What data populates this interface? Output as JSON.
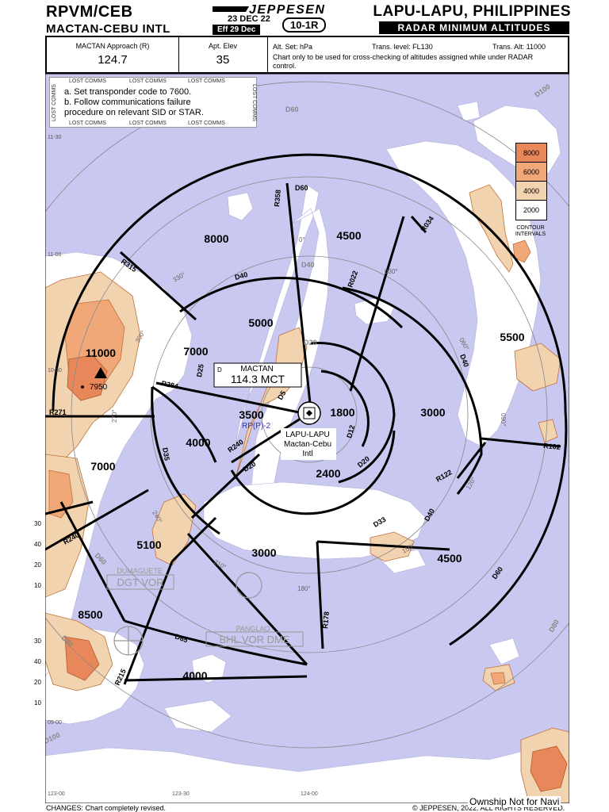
{
  "header": {
    "icao_iata": "RPVM/CEB",
    "airport_name": "MACTAN-CEBU INTL",
    "date": "23 DEC 22",
    "effective": "Eff 29 Dec",
    "brand": "JEPPESEN",
    "chart_index": "10-1R",
    "city": "LAPU-LAPU, PHILIPPINES",
    "chart_type": "RADAR MINIMUM ALTITUDES"
  },
  "infobox": {
    "approach_label": "MACTAN Approach (R)",
    "approach_freq": "124.7",
    "elev_label": "Apt. Elev",
    "elev_value": "35",
    "alt_set": "Alt. Set: hPa",
    "trans_level": "Trans. level: FL130",
    "trans_alt": "Trans. Alt: 11000",
    "note": "Chart only to be used for cross-checking of altitudes assigned while under RADAR control."
  },
  "lost_comms": {
    "line_a": "a. Set transponder code to 7600.",
    "line_b": "b. Follow communications failure",
    "line_c": "procedure on relevant SID or STAR.",
    "edge_label": "LOST COMMS"
  },
  "legend": {
    "values": [
      "8000",
      "6000",
      "4000",
      "2000"
    ],
    "colors": [
      "#e8875a",
      "#f0a878",
      "#f2d3b0",
      "#ffffff"
    ],
    "title_1": "CONTOUR",
    "title_2": "INTERVALS"
  },
  "colors": {
    "water": "#c8c8f0",
    "land": "#ffffff",
    "terrain_low": "#f2d3b0",
    "terrain_mid": "#f0a878",
    "terrain_high": "#e8875a"
  },
  "sector_altitudes": [
    "8000",
    "4500",
    "5500",
    "5000",
    "7000",
    "11000",
    "3500",
    "1800",
    "3000",
    "4000",
    "7000",
    "2400",
    "5100",
    "3000",
    "4500",
    "8500",
    "4000"
  ],
  "peak_elevation": "7950",
  "radials": [
    "R358",
    "R315",
    "R034",
    "R022",
    "R284",
    "R271",
    "R240",
    "R102",
    "R122",
    "R240",
    "R178",
    "R215"
  ],
  "distances": [
    "D60",
    "D40",
    "D40",
    "D25",
    "D35",
    "D20",
    "D12",
    "D20",
    "D40",
    "D33",
    "D60",
    "D65",
    "D80",
    "D100",
    "D5",
    "D20",
    "D40",
    "D60",
    "D80",
    "D60",
    "D100"
  ],
  "bearings": [
    "0°",
    "030°",
    "060°",
    "090°",
    "120°",
    "150°",
    "180°",
    "210°",
    "240°",
    "270°",
    "300°",
    "330°"
  ],
  "navaids": {
    "mct_label": "MACTAN",
    "mct_box": "114.3 MCT",
    "mct_d": "D",
    "rpp": "RP(P)-2",
    "airport_1": "LAPU-LAPU",
    "airport_2": "Mactan-Cebu",
    "airport_3": "Intl",
    "dgt_1": "DUMAGUETE",
    "dgt_2": "DGT VOR",
    "bhl_1": "PANGLAO",
    "bhl_2": "BHL VOR DME"
  },
  "lat_ticks": [
    "11-30",
    "11-00",
    "10-30",
    "09-00"
  ],
  "lon_ticks": [
    "123-00",
    "123-30",
    "124-00"
  ],
  "left_ticks": [
    "30",
    "40",
    "20",
    "10",
    "30",
    "40",
    "20",
    "10"
  ],
  "footer": {
    "changes": "CHANGES: Chart completely revised.",
    "copyright": "© JEPPESEN, 2022. ALL RIGHTS RESERVED.",
    "watermark": "Ownship Not for Navi"
  }
}
